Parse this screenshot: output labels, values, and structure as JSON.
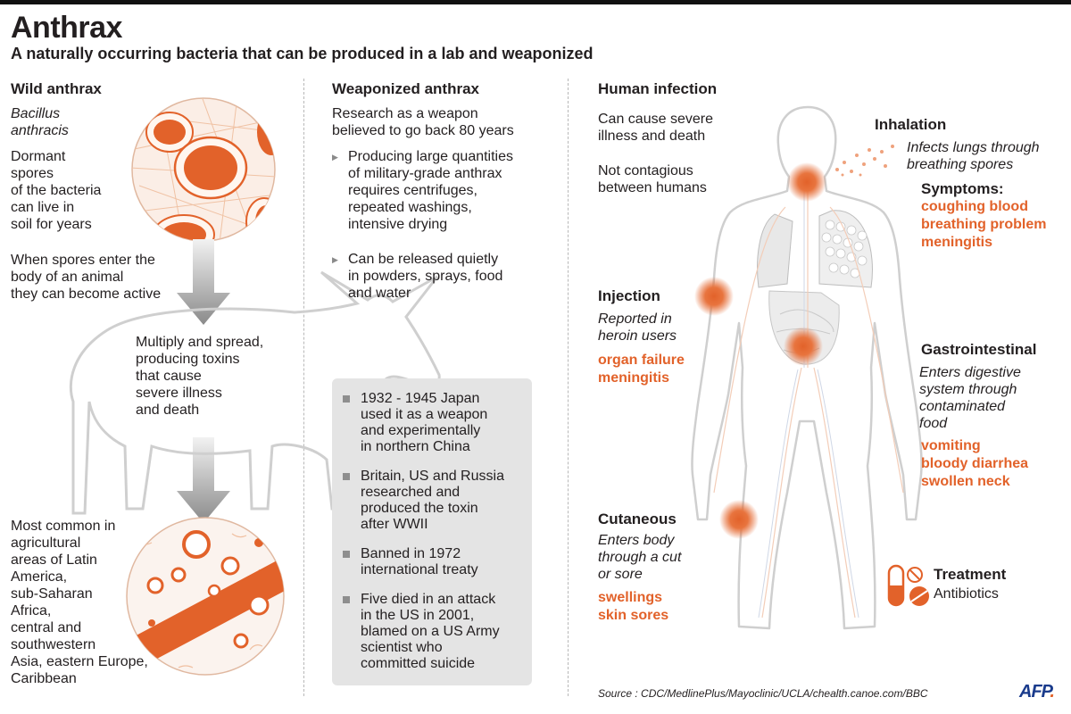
{
  "header": {
    "title": "Anthrax",
    "subtitle": "A naturally occurring bacteria that can be produced in a lab and weaponized"
  },
  "wild": {
    "heading": "Wild anthrax",
    "species": [
      "Bacillus",
      "anthracis"
    ],
    "dormant": [
      "Dormant",
      "spores",
      "of the bacteria",
      "can live in",
      "soil for years"
    ],
    "enter": [
      "When spores enter the",
      "body of an animal",
      "they can become active"
    ],
    "multiply": [
      "Multiply and spread,",
      "producing toxins",
      "that cause",
      "severe illness",
      "and death"
    ],
    "common": [
      "Most common in",
      "agricultural",
      "areas of Latin",
      "America,",
      "sub-Saharan",
      "Africa,",
      "central and",
      "southwestern",
      "Asia, eastern Europe,",
      "Caribbean"
    ]
  },
  "weaponized": {
    "heading": "Weaponized anthrax",
    "intro": [
      "Research as a weapon",
      "believed to go back 80 years"
    ],
    "bullets": [
      [
        "Producing large quantities",
        "of military-grade anthrax",
        "requires centrifuges,",
        "repeated washings,",
        "intensive drying"
      ],
      [
        "Can be released quietly",
        "in powders, sprays, food",
        "and water"
      ]
    ],
    "history": [
      [
        "1932 - 1945 Japan",
        "used it as a weapon",
        "and experimentally",
        "in northern China"
      ],
      [
        "Britain, US and Russia",
        "researched and",
        "produced the toxin",
        "after WWII"
      ],
      [
        "Banned in 1972",
        "international treaty"
      ],
      [
        "Five died in an attack",
        "in the US in 2001,",
        "blamed on a US Army",
        "scientist who",
        "committed suicide"
      ]
    ]
  },
  "human": {
    "heading": "Human infection",
    "severe": [
      "Can cause severe",
      "illness and death"
    ],
    "contagious": [
      "Not contagious",
      "between humans"
    ],
    "inhalation": {
      "title": "Inhalation",
      "desc": [
        "Infects lungs through",
        "breathing spores"
      ],
      "symptoms_label": "Symptoms:",
      "symptoms": [
        "coughing blood",
        "breathing problem",
        "meningitis"
      ]
    },
    "injection": {
      "title": "Injection",
      "desc": [
        "Reported in",
        "heroin users"
      ],
      "symptoms": [
        "organ failure",
        "meningitis"
      ]
    },
    "gastro": {
      "title": "Gastrointestinal",
      "desc": [
        "Enters digestive",
        "system through",
        "contaminated",
        "food"
      ],
      "symptoms": [
        "vomiting",
        "bloody diarrhea",
        "swollen neck"
      ]
    },
    "cutaneous": {
      "title": "Cutaneous",
      "desc": [
        "Enters body",
        "through a cut",
        "or sore"
      ],
      "symptoms": [
        "swellings",
        "skin sores"
      ]
    },
    "treatment": {
      "title": "Treatment",
      "value": "Antibiotics"
    }
  },
  "footer": {
    "source": "Source : CDC/MedlinePlus/Mayoclinic/UCLA/chealth.canoe.com/BBC",
    "logo_text": "AFP"
  },
  "colors": {
    "accent": "#e2622a",
    "grey_box": "#e4e4e4",
    "outline": "#d0d0d0"
  },
  "icons": [
    "down-arrow-icon",
    "bacteria-closeup-icon",
    "cow-silhouette-icon",
    "human-body-icon",
    "pill-capsule-icon",
    "pill-tablet-icon",
    "no-sign-icon"
  ]
}
